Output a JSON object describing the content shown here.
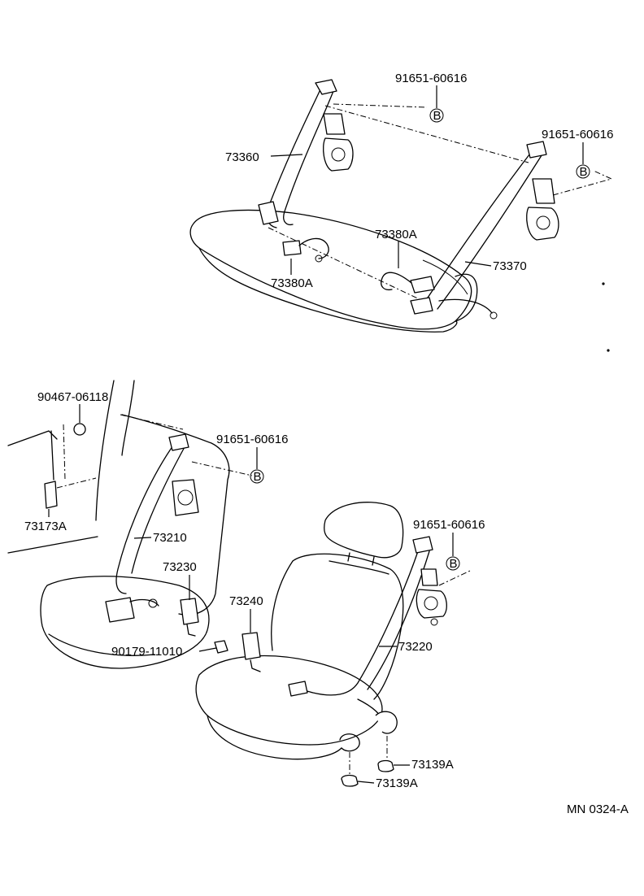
{
  "diagram": {
    "parts": {
      "rear_right_belt": "73360",
      "rear_left_belt": "73370",
      "rear_buckle_right": "73380A",
      "rear_buckle_left": "73380A",
      "bolt_rear_1": "91651-60616",
      "bolt_rear_2": "91651-60616",
      "clip_pillar": "90467-06118",
      "bolt_front_left": "91651-60616",
      "trim_cover": "73173A",
      "front_left_belt": "73210",
      "front_left_buckle": "73230",
      "front_right_buckle": "73240",
      "nut": "90179-11010",
      "bolt_front_right": "91651-60616",
      "front_right_belt": "73220",
      "cover_1": "73139A",
      "cover_2": "73139A"
    },
    "callout_letter": "B",
    "figure_code": "MN 0324-A"
  }
}
